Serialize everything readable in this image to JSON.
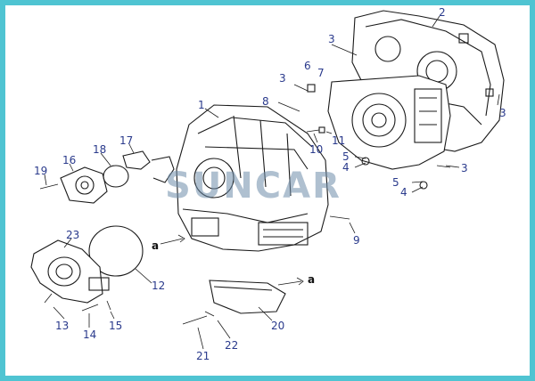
{
  "watermark": "SUNCAR",
  "arrow_label": "a",
  "callouts": [
    "1",
    "2",
    "3",
    "3",
    "3",
    "3",
    "4",
    "4",
    "5",
    "5",
    "6",
    "7",
    "8",
    "9",
    "10",
    "11",
    "12",
    "13",
    "14",
    "15",
    "16",
    "17",
    "18",
    "19",
    "20",
    "21",
    "22",
    "23"
  ],
  "colors": {
    "frame": "#4fc4d2",
    "callout": "#2a3a8c",
    "line": "#1a1a1a"
  }
}
